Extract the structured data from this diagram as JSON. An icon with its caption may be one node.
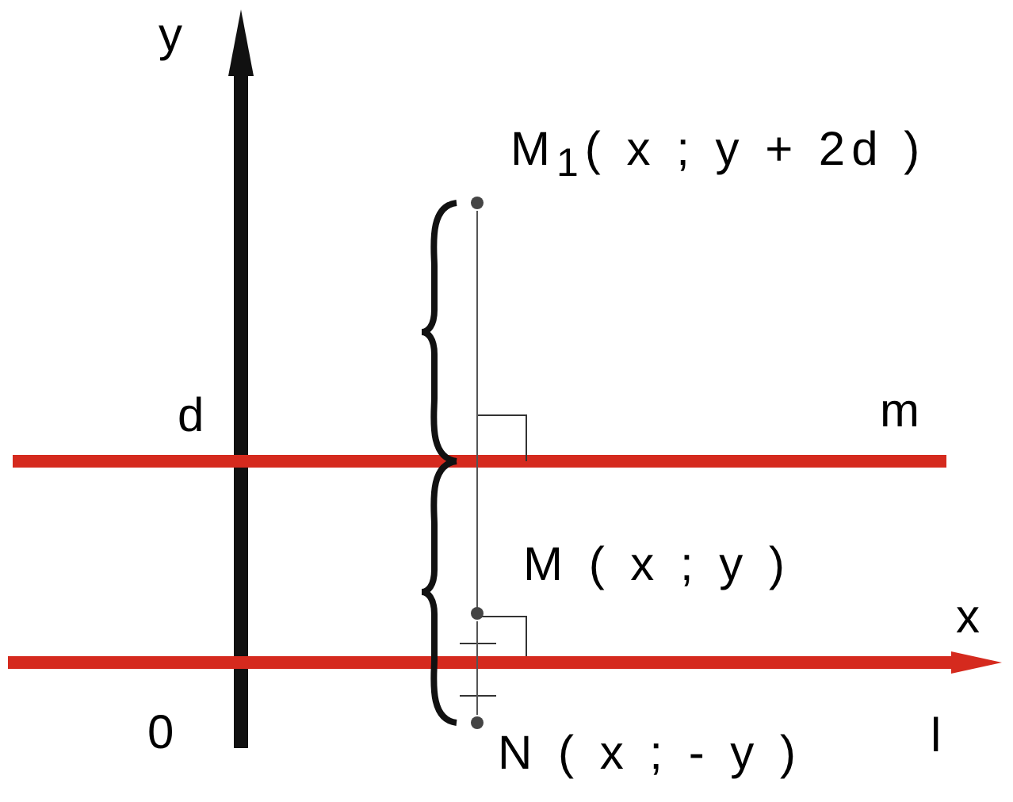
{
  "diagram": {
    "nodes": [
      {
        "text": [
          "M$_{1}$( x ; y + 2d )"
        ]
      },
      {
        "text": [
          "M ( x ; y )"
        ]
      },
      {
        "text": [
          "N ( x ; - y )"
        ]
      }
    ],
    "edges": [
      {
        "from": 0,
        "to": 1,
        "arrow": "none"
      },
      {
        "from": 1,
        "to": 2,
        "arrow": "none"
      }
    ],
    "labels": [
      "y",
      "d",
      "m",
      "x",
      "0",
      "l"
    ]
  }
}
